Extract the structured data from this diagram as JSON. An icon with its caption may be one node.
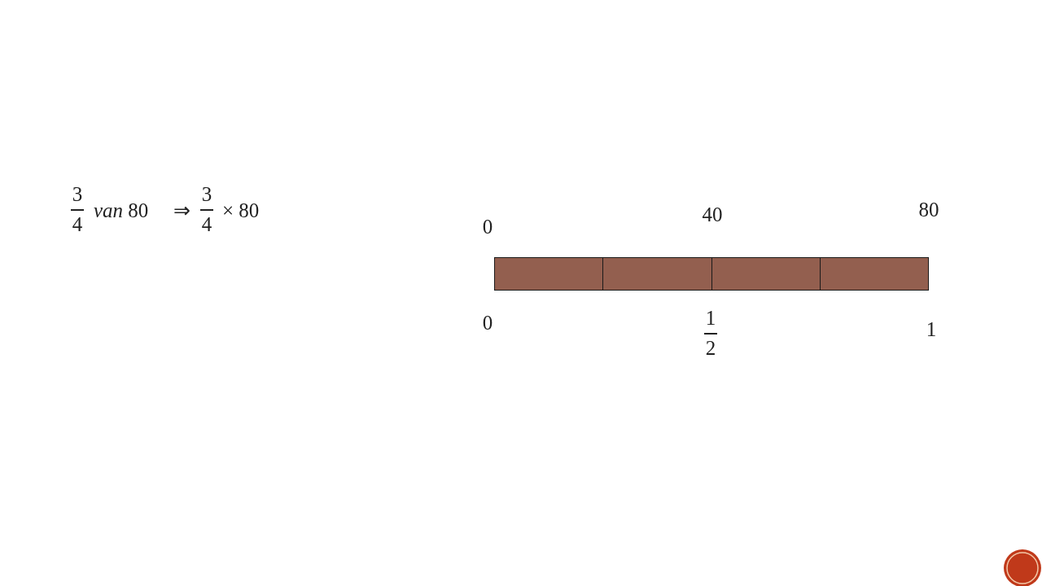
{
  "diagram": {
    "nodes": [
      {
        "text": [],
        "shape": "box"
      },
      {
        "text": [],
        "shape": "box"
      },
      {
        "text": [],
        "shape": "box"
      },
      {
        "text": [],
        "shape": "box"
      }
    ],
    "labels": [
      "3",
      "4",
      "*van* 80",
      "⇒",
      "3",
      "4",
      "× 80",
      "0",
      "40",
      "80",
      "0",
      "1",
      "2",
      "1"
    ]
  }
}
